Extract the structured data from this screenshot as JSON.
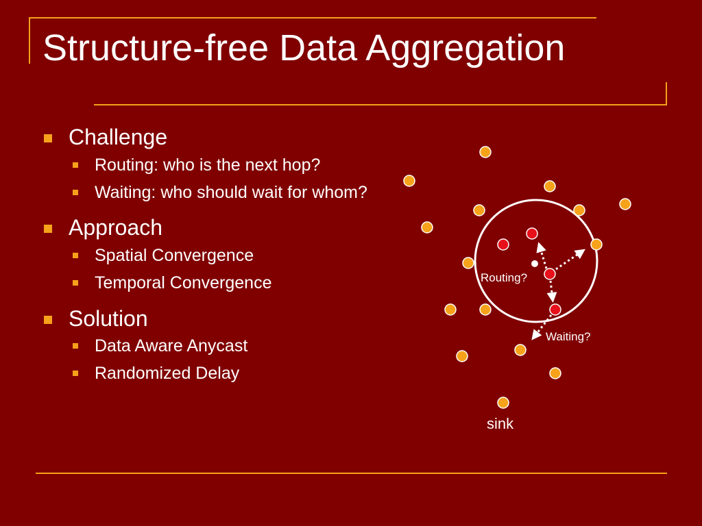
{
  "slide": {
    "title": "Structure-free Data Aggregation",
    "outline": [
      {
        "label": "Challenge",
        "items": [
          "Routing: who is the next hop?",
          "Waiting: who should wait for whom?"
        ]
      },
      {
        "label": "Approach",
        "items": [
          "Spatial Convergence",
          "Temporal Convergence"
        ]
      },
      {
        "label": "Solution",
        "items": [
          "Data Aware Anycast",
          "Randomized Delay"
        ]
      }
    ]
  },
  "diagram": {
    "labels": {
      "routing": "Routing?",
      "waiting": "Waiting?",
      "sink": "sink"
    },
    "colors": {
      "node": "#f7a21b",
      "active_node": "#e8101a",
      "accent": "#f7a21b",
      "background": "#800000"
    }
  }
}
